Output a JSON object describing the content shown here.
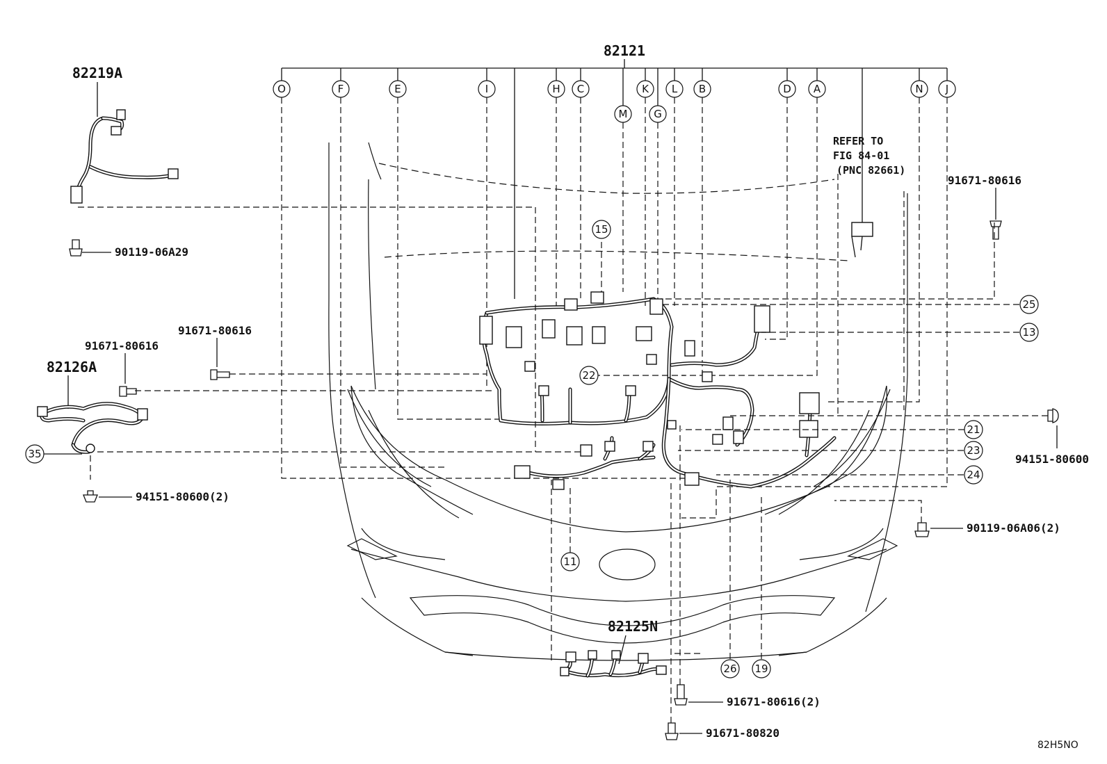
{
  "main_assembly": "82121",
  "letters": [
    "O",
    "F",
    "E",
    "I",
    "H",
    "C",
    "M",
    "K",
    "G",
    "L",
    "B",
    "D",
    "A",
    "N",
    "J"
  ],
  "sub_assemblies": {
    "a": "82219A",
    "b": "82126A",
    "c": "82125N"
  },
  "fasteners": {
    "f1": "90119-06A29",
    "f2": "91671-80616",
    "f3": "91671-80616",
    "f4": "94151-80600(2)",
    "f5": "91671-80616",
    "f6": "94151-80600",
    "f7": "90119-06A06(2)",
    "f8": "91671-80616(2)",
    "f9": "91671-80820"
  },
  "callouts": {
    "c15": "15",
    "c25": "25",
    "c13": "13",
    "c22": "22",
    "c21": "21",
    "c23": "23",
    "c24": "24",
    "c35": "35",
    "c11": "11",
    "c26": "26",
    "c19": "19"
  },
  "refer_note": {
    "line1": "REFER TO",
    "line2": "FIG 84-01",
    "line3": "(PNC 82661)"
  },
  "figure_code": "82H5NO"
}
